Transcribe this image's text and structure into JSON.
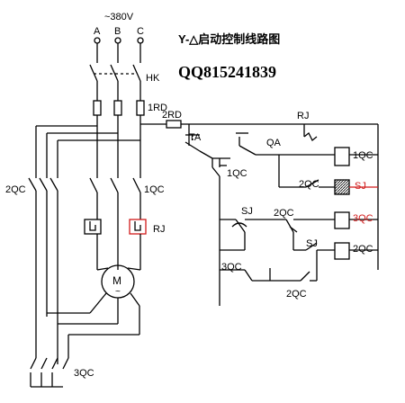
{
  "title": "Y-△启动控制线路图",
  "watermark": "QQ815241839",
  "supply": "~380V",
  "phases": [
    "A",
    "B",
    "C"
  ],
  "labels": {
    "hk": "HK",
    "rd1": "1RD",
    "rd2": "2RD",
    "rj_top": "RJ",
    "ta": "TA",
    "qa": "QA",
    "qc1_coil": "1QC",
    "qc1_contact_ctrl": "1QC",
    "qc2_left": "2QC",
    "qc1_main": "1QC",
    "qc2_ctrl": "2QC",
    "sj_coil": "SJ",
    "sj_left": "SJ",
    "qc2_mid": "2QC",
    "qc3_coil": "3QC",
    "sj_mid": "SJ",
    "qc2_coil": "2QC",
    "qc3_ctrl": "3QC",
    "qc2_bottom": "2QC",
    "rj_heater": "RJ",
    "motor": "M",
    "motor_sub": "~",
    "qc3_bottom": "3QC"
  },
  "colors": {
    "accent": "#d11a1a",
    "ink": "#000000"
  }
}
